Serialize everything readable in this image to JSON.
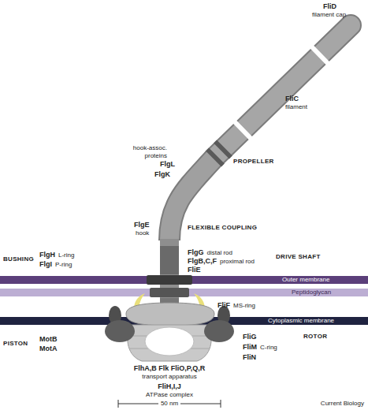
{
  "diagram": {
    "nodes": [
      {
        "text": [
          "Outer membrane"
        ]
      },
      {
        "text": [
          "Peptidoglycan"
        ]
      },
      {
        "text": [
          "Cytoplasmic membrane"
        ]
      }
    ],
    "labels": [
      "FliD",
      "filament cap",
      "FliC",
      "filament",
      "hook-assoc. proteins",
      "FlgL",
      "FlgK",
      "PROPELLER",
      "FlgE",
      "hook",
      "FLEXIBLE COUPLING",
      "BUSHING",
      "FlgH",
      "L-ring",
      "FlgI",
      "P-ring",
      "FlgG",
      "distal rod",
      "FlgB,C,F",
      "proximal rod",
      "FliE",
      "DRIVE SHAFT",
      "FliF",
      "MS-ring",
      "PISTON",
      "MotB",
      "MotA",
      "FliG",
      "FliM",
      "FliN",
      "C-ring",
      "ROTOR",
      "FlhA,B Flk FliO,P,Q,R",
      "transport apparatus",
      "FliH,I,J",
      "ATPase complex",
      "50 nm",
      "Current Biology"
    ]
  }
}
